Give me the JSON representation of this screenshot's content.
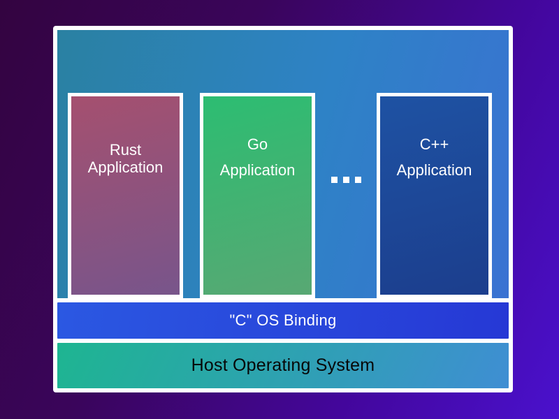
{
  "page_background": {
    "start": "#330440",
    "mid1": "#3a055b",
    "mid2": "#43069b",
    "end": "#4a11cd"
  },
  "diagram": {
    "border_color": "#ffffff",
    "container_fill_start": "#2a81a2",
    "container_fill_mid": "#2e82c6",
    "container_fill_end": "#3a72d2",
    "apps": [
      {
        "line1": "Rust",
        "line2": "Application",
        "color_top": "#a5506f",
        "color_bottom": "#78558b"
      },
      {
        "line1": "Go",
        "line2": "Application",
        "color_top": "#2cbd72",
        "color_bottom": "#58a873"
      },
      {
        "line1": "C++",
        "line2": "Application",
        "color_top": "#1e52a3",
        "color_bottom": "#1c3e8d"
      }
    ],
    "ellipsis": "...",
    "ellipsis_color": "#ffffff",
    "layers": [
      {
        "label": "\"C\" OS Binding",
        "text_color": "#ffffff",
        "color_start": "#2b58e2",
        "color_mid": "#2a48da",
        "color_end": "#2638d5"
      },
      {
        "label": "Host Operating System",
        "text_color": "#070707",
        "color_start": "#1eb591",
        "color_mid": "#2fa0b4",
        "color_end": "#3f8ed3"
      }
    ]
  }
}
